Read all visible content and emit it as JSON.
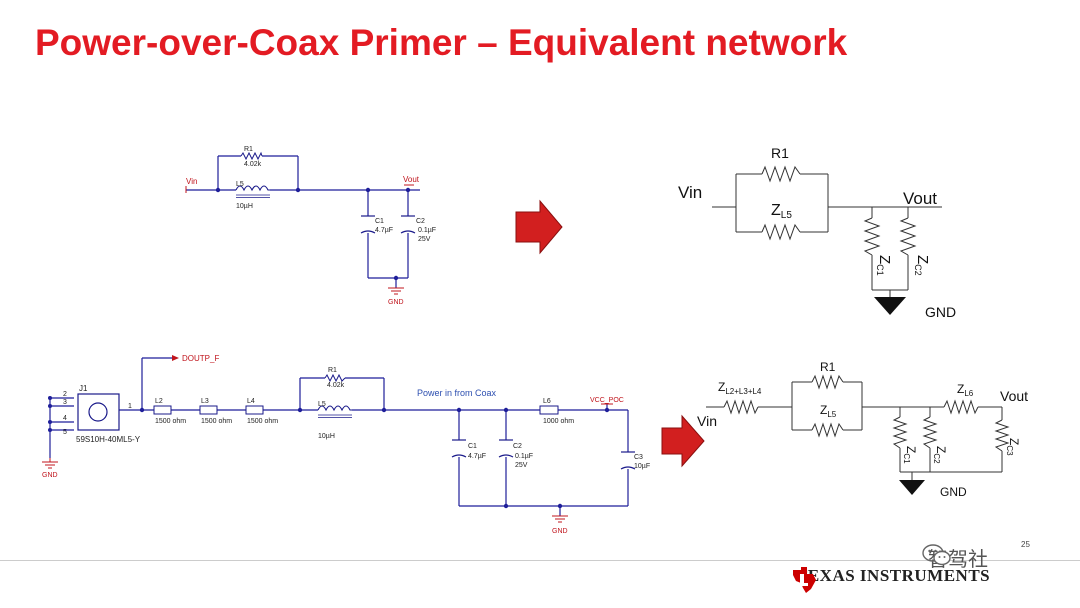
{
  "title": "Power-over-Coax Primer – Equivalent network",
  "page_number": "25",
  "colors": {
    "title": "#e31b23",
    "arrow": "#d21f1f",
    "wire": "#1f1f9a",
    "net_label": "#c0141c",
    "component": "#1a1a8a",
    "ti_red": "#cc0000"
  },
  "logo": {
    "company": "Texas Instruments",
    "text": "TEXAS INSTRUMENTS"
  },
  "watermark": {
    "text": "智驾社"
  },
  "top_schematic": {
    "vin": "Vin",
    "vout": "Vout",
    "gnd": "GND",
    "r1": {
      "ref": "R1",
      "value": "4.02k"
    },
    "l5": {
      "ref": "L5",
      "value": "10µH"
    },
    "c1": {
      "ref": "C1",
      "value": "4.7µF"
    },
    "c2": {
      "ref": "C2",
      "value": "0.1µF",
      "voltage": "25V"
    }
  },
  "top_equivalent": {
    "vin": "Vin",
    "vout": "Vout",
    "gnd": "GND",
    "r1": "R1",
    "zl5": {
      "base": "Z",
      "sub": "L5"
    },
    "zc1": {
      "base": "Z",
      "sub": "C1"
    },
    "zc2": {
      "base": "Z",
      "sub": "C2"
    }
  },
  "bottom_schematic": {
    "net_doutp": "DOUTP_F",
    "connector": {
      "ref": "J1",
      "part": "59S10H-40ML5-Y",
      "pins": [
        "2",
        "3",
        "4",
        "5"
      ],
      "pin_out": "1"
    },
    "gnd": "GND",
    "l2": {
      "ref": "L2",
      "value": "1500 ohm"
    },
    "l3": {
      "ref": "L3",
      "value": "1500 ohm"
    },
    "l4": {
      "ref": "L4",
      "value": "1500 ohm"
    },
    "r1": {
      "ref": "R1",
      "value": "4.02k"
    },
    "l5": {
      "ref": "L5",
      "value": "10µH"
    },
    "power_note": "Power in from Coax",
    "l6": {
      "ref": "L6",
      "value": "1000 ohm"
    },
    "vcc_poc": "VCC_POC",
    "c1": {
      "ref": "C1",
      "value": "4.7µF"
    },
    "c2": {
      "ref": "C2",
      "value": "0.1µF",
      "voltage": "25V"
    },
    "c3": {
      "ref": "C3",
      "value": "10µF"
    }
  },
  "bottom_equivalent": {
    "vin": "Vin",
    "vout": "Vout",
    "gnd": "GND",
    "r1": "R1",
    "zl234": {
      "base": "Z",
      "sub": "L2+L3+L4"
    },
    "zl5": {
      "base": "Z",
      "sub": "L5"
    },
    "zl6": {
      "base": "Z",
      "sub": "L6"
    },
    "zc1": {
      "base": "Z",
      "sub": "C1"
    },
    "zc2": {
      "base": "Z",
      "sub": "C2"
    },
    "zc3": {
      "base": "Z",
      "sub": "C3"
    }
  }
}
